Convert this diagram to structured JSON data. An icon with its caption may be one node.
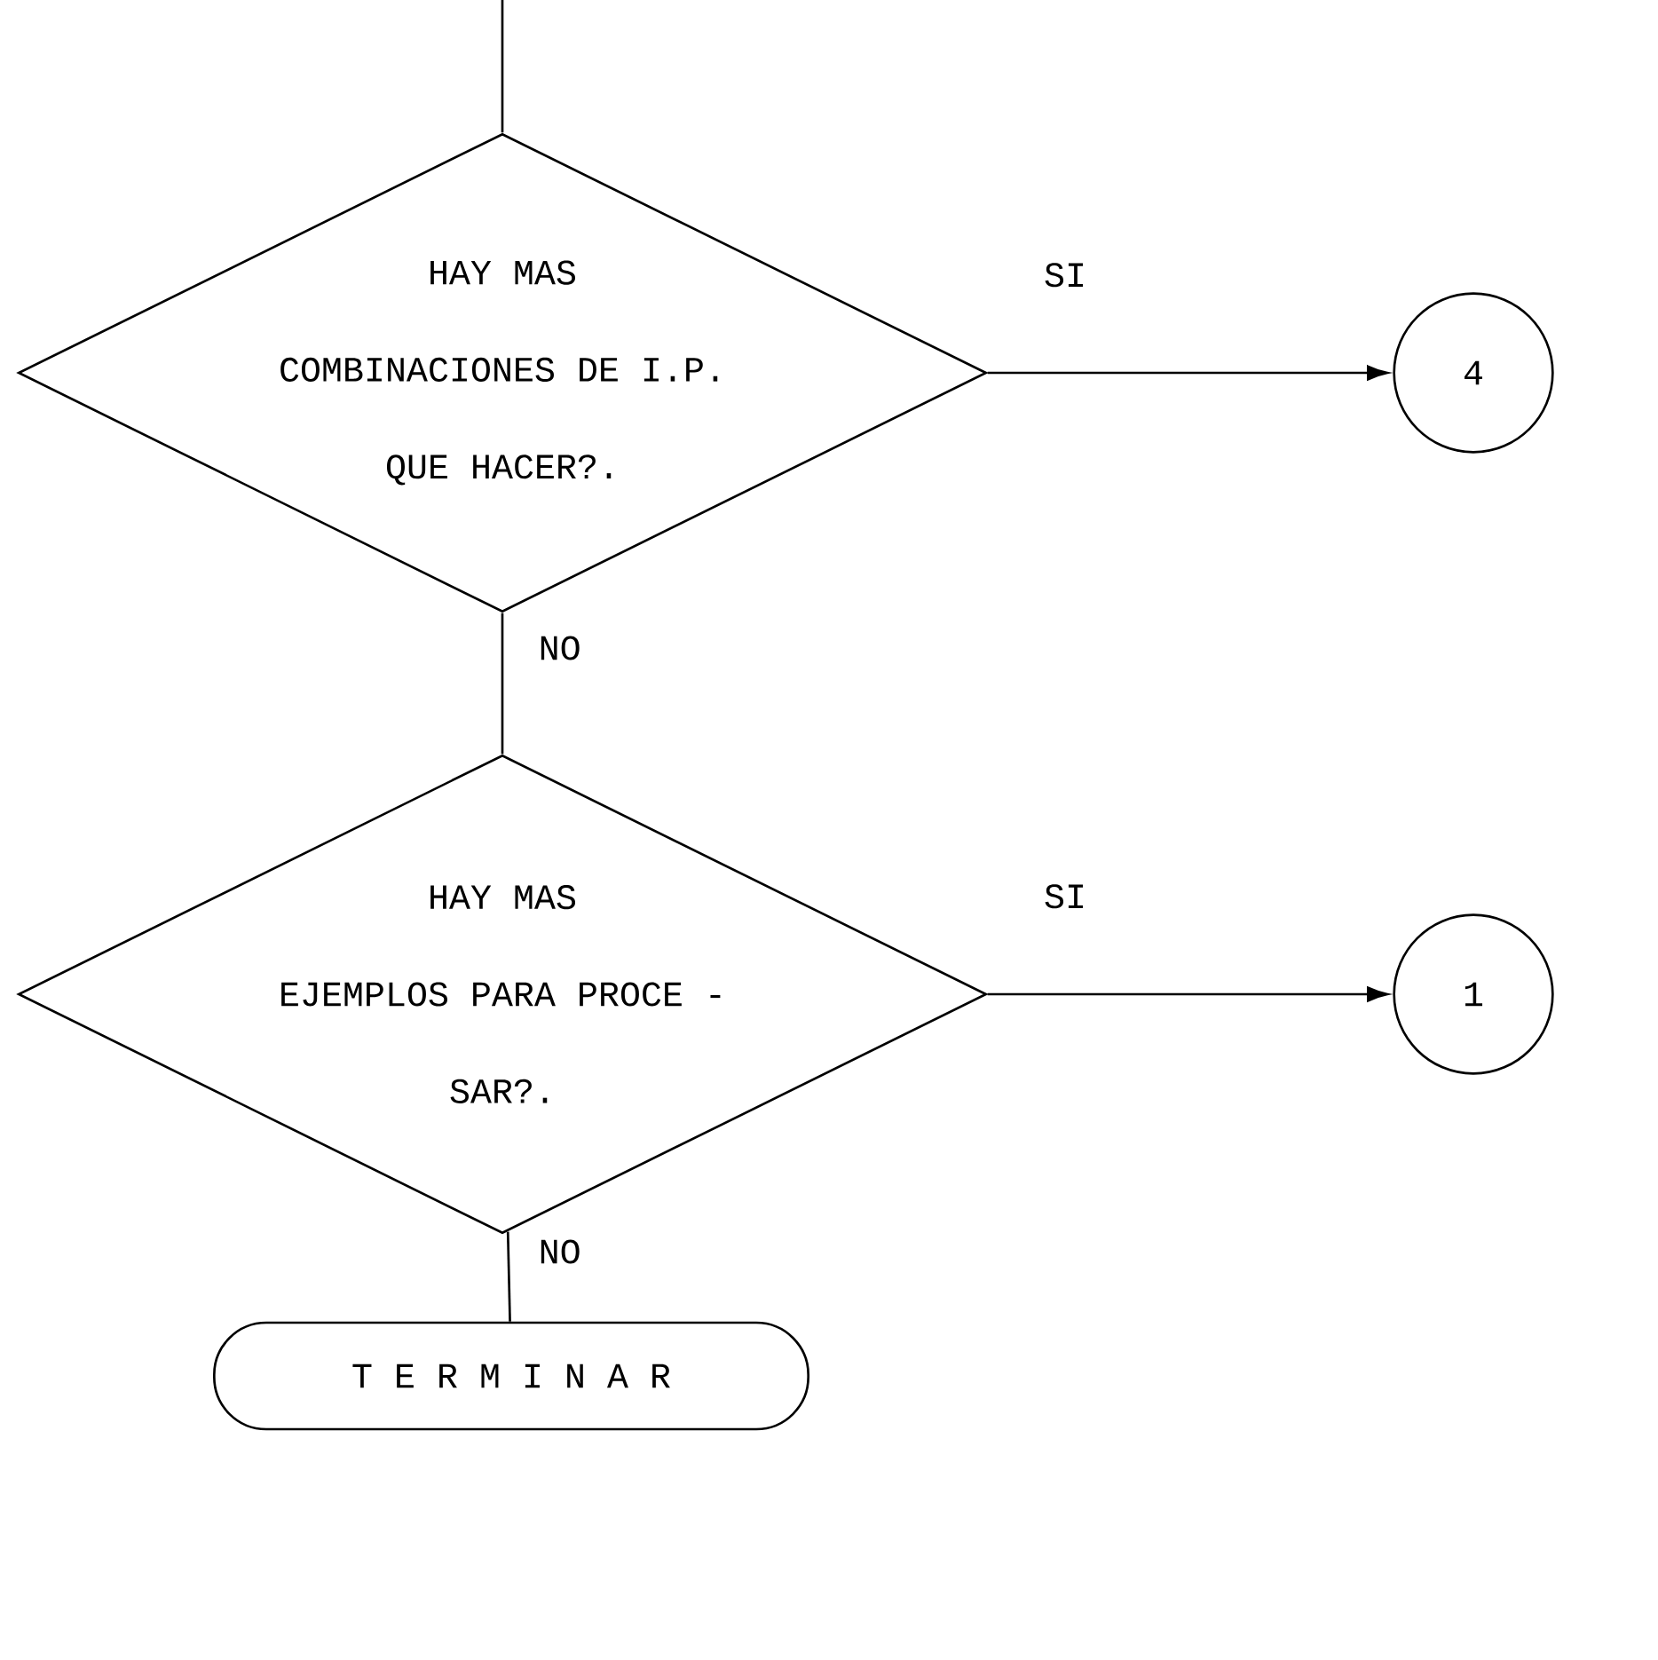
{
  "diagram": {
    "nodes": [
      {
        "text": [
          "HAY MAS COMBINACIONES DE I.P. QUE HACER?."
        ]
      },
      {
        "text": [
          "4"
        ]
      },
      {
        "text": [
          "HAY MAS EJEMPLOS PARA PROCE - SAR?."
        ]
      },
      {
        "text": [
          "1"
        ]
      },
      {
        "text": [
          "T E R M I N A R"
        ]
      }
    ],
    "edges": [
      {
        "from": null,
        "to": 0,
        "arrow": "none"
      },
      {
        "from": 0,
        "to": 1,
        "arrow": "to",
        "label": "SI"
      },
      {
        "from": 0,
        "to": 2,
        "arrow": "none",
        "label": "NO"
      },
      {
        "from": 2,
        "to": 3,
        "arrow": "to",
        "label": "SI"
      },
      {
        "from": 2,
        "to": 4,
        "arrow": "none",
        "label": "NO"
      }
    ]
  }
}
